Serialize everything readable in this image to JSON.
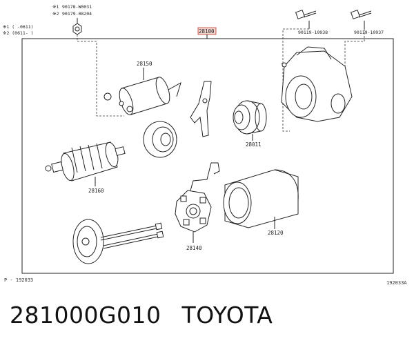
{
  "header": {
    "note1_mark": "※1",
    "note1_part": "90178-W0031",
    "note2_mark": "※2",
    "note2_part": "90179-08204",
    "range1": "※1 (    -0611)",
    "range2": "※2 (0611-    )"
  },
  "assembly_label": "28100",
  "callouts": {
    "bolt_left": "90119-10938",
    "bolt_right": "90119-10937",
    "switch": "28150",
    "clutch": "28011",
    "armature": "28160",
    "yoke": "28120",
    "brush_holder": "28140"
  },
  "footer": {
    "left_ref": "P - 192033",
    "right_ref": "192033A"
  },
  "caption": {
    "part_number": "281000G010",
    "brand": "TOYOTA"
  },
  "colors": {
    "line": "#222222",
    "highlight": "#c0392b"
  }
}
